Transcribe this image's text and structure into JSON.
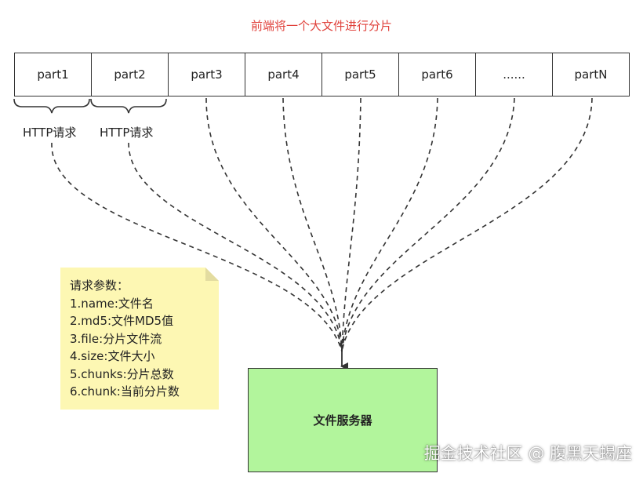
{
  "title": "前端将一个大文件进行分片",
  "parts": [
    "part1",
    "part2",
    "part3",
    "part4",
    "part5",
    "part6",
    "......",
    "partN"
  ],
  "request_labels": [
    "HTTP请求",
    "HTTP请求"
  ],
  "note": {
    "lines": [
      "请求参数：",
      "1.name:文件名",
      "2.md5:文件MD5值",
      "3.file:分片文件流",
      "4.size:文件大小",
      "5.chunks:分片总数",
      "6.chunk:当前分片数"
    ]
  },
  "server_label": "文件服务器",
  "watermark": "掘金技术社区 @ 腹黑天蝎座",
  "colors": {
    "title": "#e0413b",
    "note_bg": "#fdf7b3",
    "server_bg": "#b2f59c"
  }
}
